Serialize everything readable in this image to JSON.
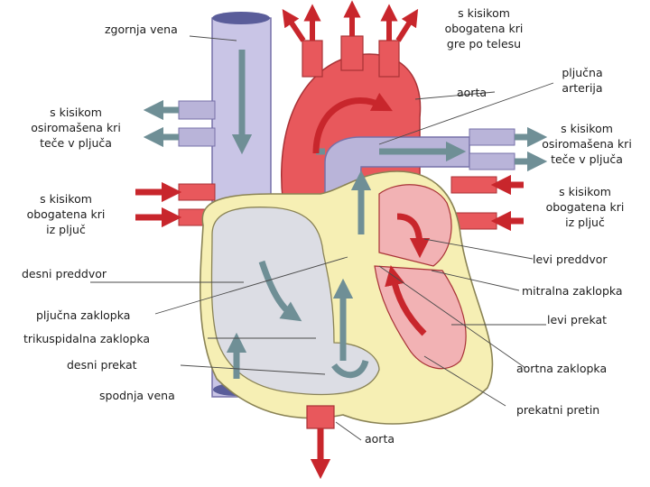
{
  "labels": {
    "zgornja_vena": "zgornja vena",
    "kri_telo": [
      "s kisikom",
      "obogatena kri",
      "gre po telesu"
    ],
    "aorta_top": "aorta",
    "pljucna_arterija": [
      "pljučna",
      "arterija"
    ],
    "osiromasena_levo": [
      "s kisikom",
      "osiromašena kri",
      "teče v pljuča"
    ],
    "osiromasena_desno": [
      "s kisikom",
      "osiromašena kri",
      "teče v pljuča"
    ],
    "obogatena_levo": [
      "s kisikom",
      "obogatena kri",
      "iz pljuč"
    ],
    "obogatena_desno": [
      "s kisikom",
      "obogatena kri",
      "iz pljuč"
    ],
    "levi_preddvor": "levi preddvor",
    "desni_preddvor": "desni preddvor",
    "mitralna_zaklopka": "mitralna zaklopka",
    "pljucna_zaklopka": "pljučna zaklopka",
    "levi_prekat": "levi prekat",
    "trikuspidalna_zaklopka": "trikuspidalna zaklopka",
    "desni_prekat": "desni prekat",
    "aortna_zaklopka": "aortna zaklopka",
    "spodnja_vena": "spodnja vena",
    "prekatni_pretin": "prekatni pretin",
    "aorta_bottom": "aorta"
  },
  "colors": {
    "oxygenated": "#e8585c",
    "oxygenated_arrow": "#c8262c",
    "deoxygenated": "#b9b4d9",
    "deoxygenated_arrow": "#6f8f96",
    "heart_wall": "#f6efb4",
    "right_chamber": "#dcdde4",
    "left_chamber": "#f2b2b4"
  }
}
